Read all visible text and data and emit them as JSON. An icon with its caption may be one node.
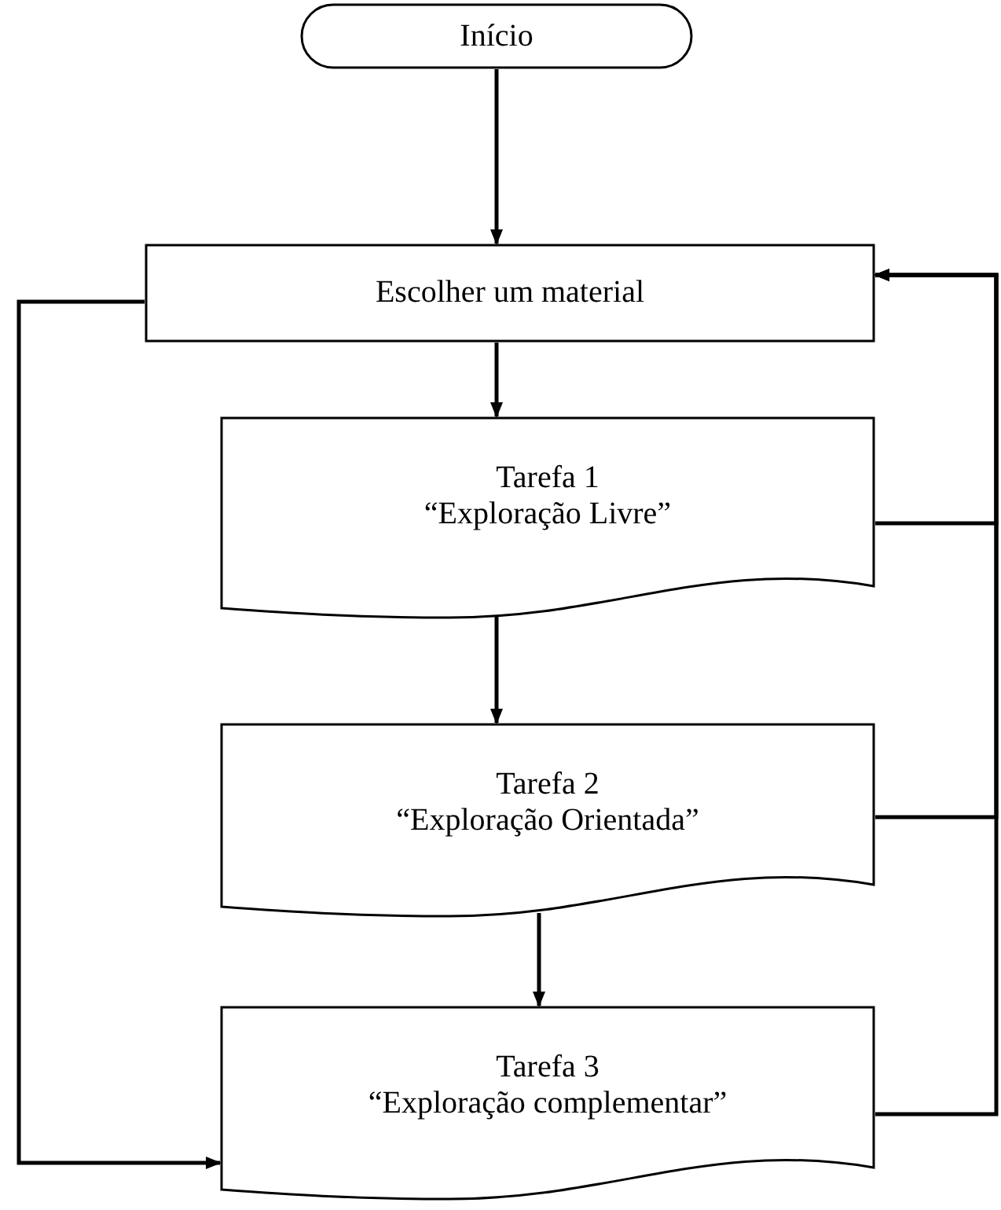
{
  "diagram": {
    "nodes": [
      {
        "text": [
          "Início"
        ]
      },
      {
        "text": [
          "Escolher um material"
        ]
      },
      {
        "text": [
          "Tarefa 1",
          "“Exploração Livre”"
        ]
      },
      {
        "text": [
          "Tarefa 2",
          "“Exploração Orientada”"
        ]
      },
      {
        "text": [
          "Tarefa 3",
          "“Exploração complementar”"
        ]
      }
    ],
    "edges": [
      {
        "from": 0,
        "to": 1,
        "arrow": "to"
      },
      {
        "from": 1,
        "to": 2,
        "arrow": "to"
      },
      {
        "from": 2,
        "to": 3,
        "arrow": "to"
      },
      {
        "from": 3,
        "to": 4,
        "arrow": "to"
      },
      {
        "from": 1,
        "to": 4,
        "arrow": "to"
      },
      {
        "from": 2,
        "to": 1,
        "arrow": "to"
      },
      {
        "from": 3,
        "to": 1,
        "arrow": "to"
      },
      {
        "from": 4,
        "to": 1,
        "arrow": "to"
      }
    ]
  }
}
